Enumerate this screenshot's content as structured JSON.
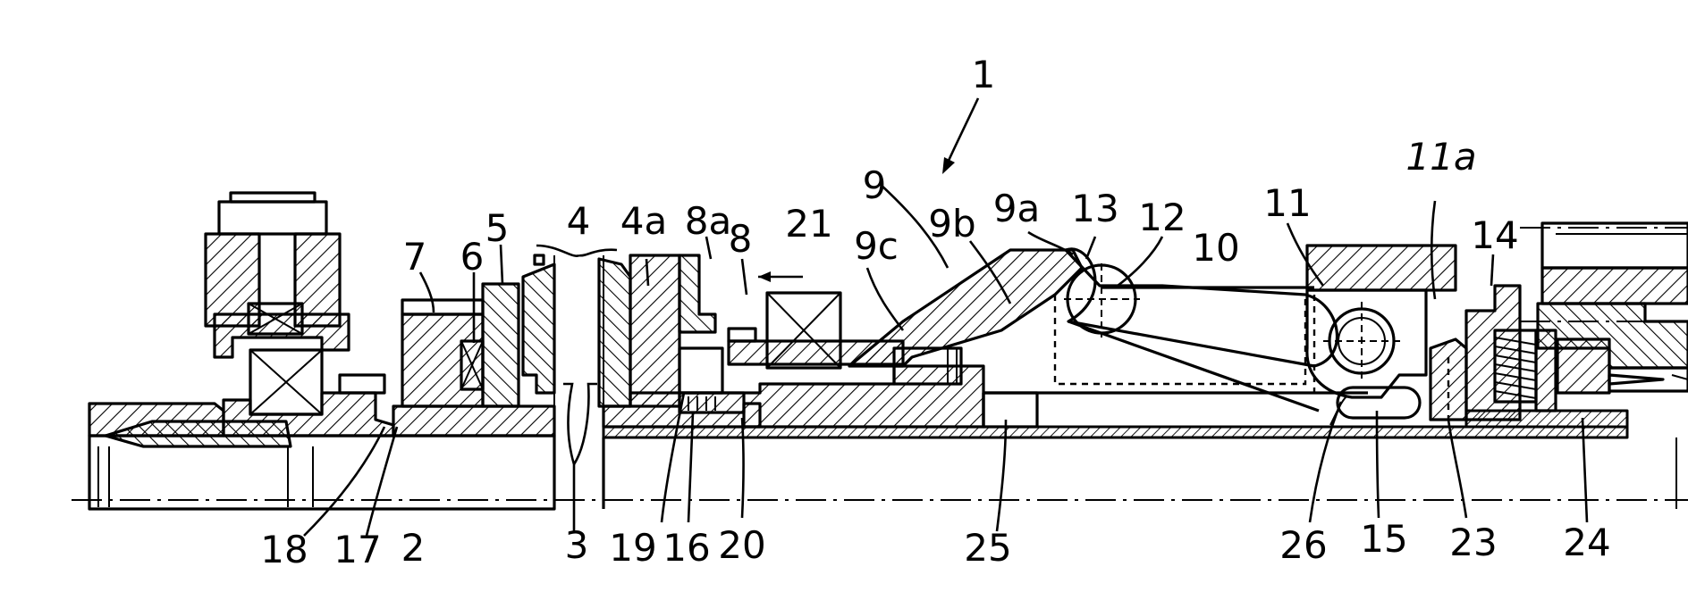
{
  "figure": {
    "reference_numerals": {
      "assembly": "1",
      "shaft": "2",
      "gap": "3",
      "part_4": "4",
      "part_4a": "4a",
      "part_5": "5",
      "part_6": "6",
      "part_7": "7",
      "part_8": "8",
      "part_8a": "8a",
      "part_9": "9",
      "part_9a": "9a",
      "part_9b": "9b",
      "part_9c": "9c",
      "part_10": "10",
      "part_11": "11",
      "part_11a": "11a",
      "part_12": "12",
      "part_13": "13",
      "part_14": "14",
      "part_15": "15",
      "part_16": "16",
      "part_17": "17",
      "part_18": "18",
      "part_19": "19",
      "part_20": "20",
      "part_21": "21",
      "part_23": "23",
      "part_24": "24",
      "part_25": "25",
      "part_26": "26"
    }
  }
}
